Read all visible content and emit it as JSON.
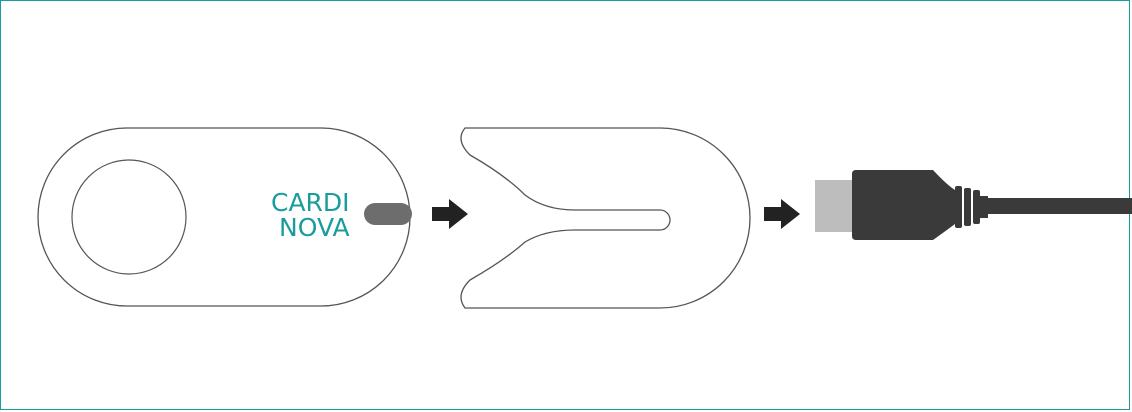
{
  "diagram": {
    "device": {
      "logo_line1": "CARDI",
      "logo_line2": "NOVA",
      "logo_color": "#1a9c9c"
    },
    "steps": [
      "device",
      "adapter-clip",
      "usb-cable"
    ],
    "colors": {
      "frame_border": "#1a9c9c",
      "outline": "#555555",
      "arrow": "#222222",
      "connector_dark": "#3a3a3a",
      "connector_metal": "#bdbdbd",
      "pin": "#6d6d6d"
    }
  }
}
